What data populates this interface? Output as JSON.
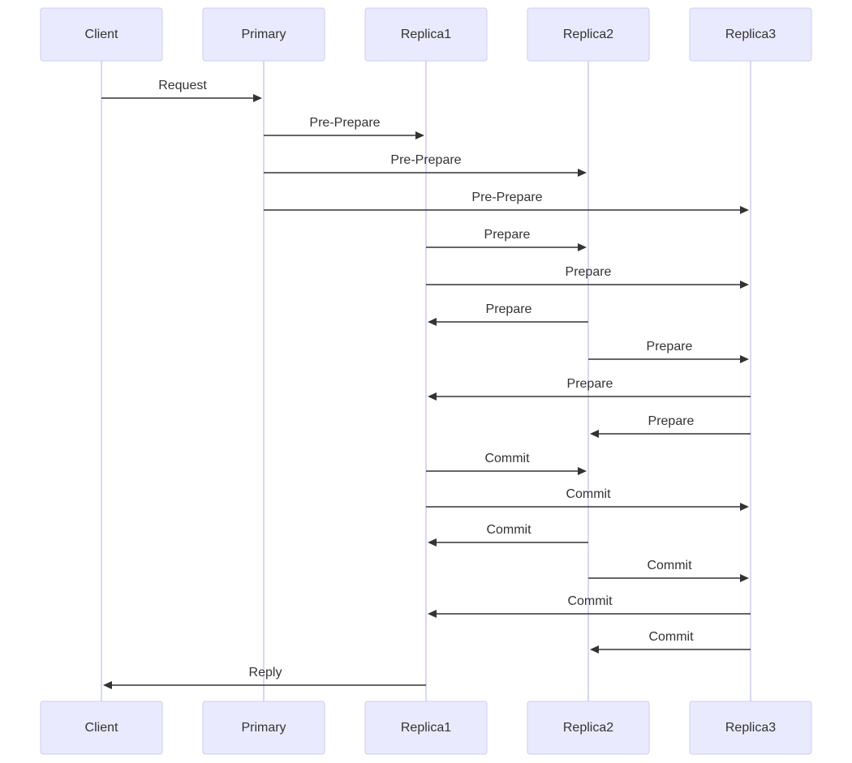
{
  "participants": [
    "Client",
    "Primary",
    "Replica1",
    "Replica2",
    "Replica3"
  ],
  "messages": [
    {
      "from": "Client",
      "to": "Primary",
      "label": "Request"
    },
    {
      "from": "Primary",
      "to": "Replica1",
      "label": "Pre-Prepare"
    },
    {
      "from": "Primary",
      "to": "Replica2",
      "label": "Pre-Prepare"
    },
    {
      "from": "Primary",
      "to": "Replica3",
      "label": "Pre-Prepare"
    },
    {
      "from": "Replica1",
      "to": "Replica2",
      "label": "Prepare"
    },
    {
      "from": "Replica1",
      "to": "Replica3",
      "label": "Prepare"
    },
    {
      "from": "Replica2",
      "to": "Replica1",
      "label": "Prepare"
    },
    {
      "from": "Replica2",
      "to": "Replica3",
      "label": "Prepare"
    },
    {
      "from": "Replica3",
      "to": "Replica1",
      "label": "Prepare"
    },
    {
      "from": "Replica3",
      "to": "Replica2",
      "label": "Prepare"
    },
    {
      "from": "Replica1",
      "to": "Replica2",
      "label": "Commit"
    },
    {
      "from": "Replica1",
      "to": "Replica3",
      "label": "Commit"
    },
    {
      "from": "Replica2",
      "to": "Replica1",
      "label": "Commit"
    },
    {
      "from": "Replica2",
      "to": "Replica3",
      "label": "Commit"
    },
    {
      "from": "Replica3",
      "to": "Replica1",
      "label": "Commit"
    },
    {
      "from": "Replica3",
      "to": "Replica2",
      "label": "Commit"
    },
    {
      "from": "Replica1",
      "to": "Client",
      "label": "Reply"
    }
  ]
}
